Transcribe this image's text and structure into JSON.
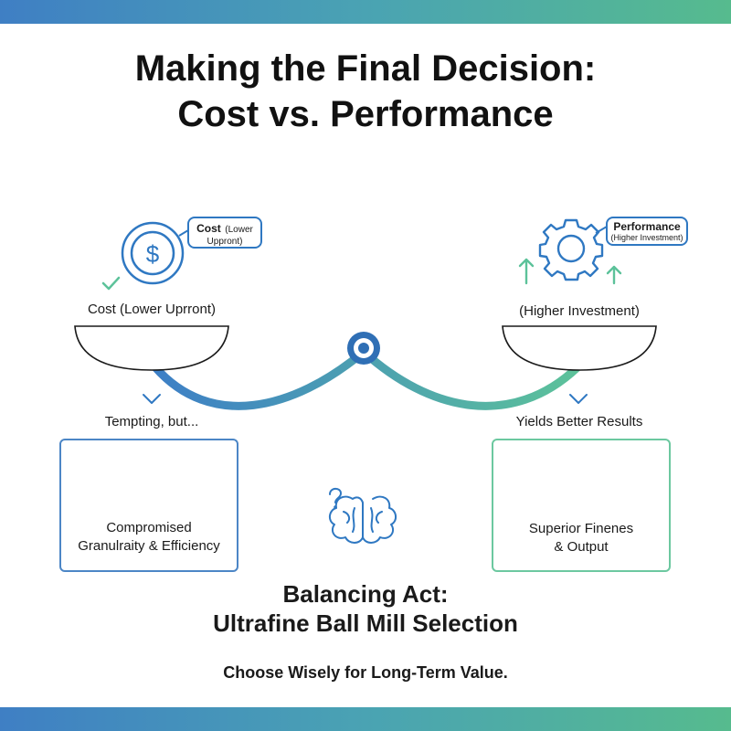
{
  "title": {
    "line1": "Making the Final Decision:",
    "line2": "Cost vs. Performance"
  },
  "cost_side": {
    "tag_main": "Cost",
    "tag_sub": "(Lower",
    "tag_sub2": "Uppront)",
    "label": "Cost (Lower Uprront)",
    "consequence": "Tempting, but...",
    "card_line1": "Compromised",
    "card_line2": "Granulraity & Efficiency",
    "icon": "dollar-coin-icon"
  },
  "performance_side": {
    "tag_main": "Performance",
    "tag_sub": "(Higher Investment)",
    "label": "(Higher Investment)",
    "consequence": "Yields Better Results",
    "card_line1": "Superior Finenes",
    "card_line2": "& Output",
    "icon": "gear-icon"
  },
  "center": {
    "line1": "Balancing Act:",
    "line2": "Ultrafine Ball Mill Selection",
    "icon": "brain-question-icon"
  },
  "footer": "Choose Wisely for Long-Term Value.",
  "colors": {
    "blue": "#3d7fc6",
    "green": "#5cc29a",
    "red": "#d83a3a"
  }
}
